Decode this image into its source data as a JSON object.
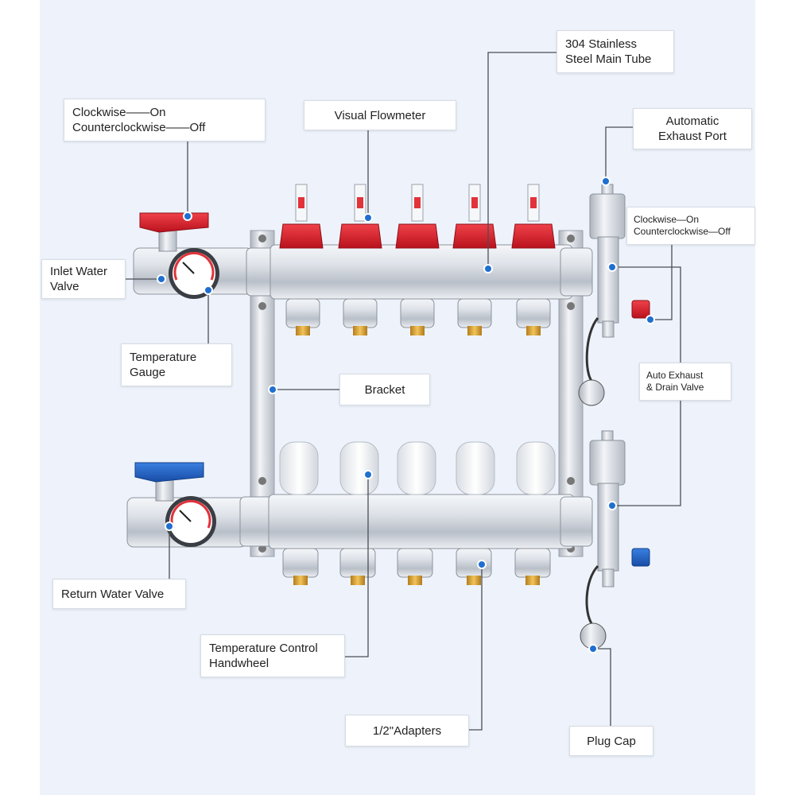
{
  "callouts": {
    "main_tube": "304 Stainless\nSteel Main Tube",
    "visual_flowmeter": "Visual Flowmeter",
    "inlet_direction": "Clockwise——On\nCounterclockwise——Off",
    "auto_exhaust_port": "Automatic\nExhaust Port",
    "drain_direction": "Clockwise—On\nCounterclockwise—Off",
    "inlet_water_valve": "Inlet Water\nValve",
    "temperature_gauge": "Temperature\nGauge",
    "bracket": "Bracket",
    "auto_exhaust_drain_valve": "Auto Exhaust\n& Drain Valve",
    "return_water_valve": "Return Water Valve",
    "temperature_control_handwheel": "Temperature Control\nHandwheel",
    "adapters": "1/2\"Adapters",
    "plug_cap": "Plug Cap"
  },
  "colors": {
    "background": "#eef3fb",
    "leader_line": "#4a4f57",
    "marker_dot": "#1f6fd1",
    "inlet_handle": "#d3202a",
    "return_handle": "#1f5fbf",
    "flowmeter_cap": "#d7192a",
    "brass": "#d9a23a",
    "stainless": "#c9ced6"
  },
  "icons": [
    "red-valve-handle",
    "blue-valve-handle",
    "temperature-gauge-dial",
    "flowmeter-tube",
    "white-handwheel",
    "air-vent",
    "drain-valve",
    "plug-cap"
  ]
}
